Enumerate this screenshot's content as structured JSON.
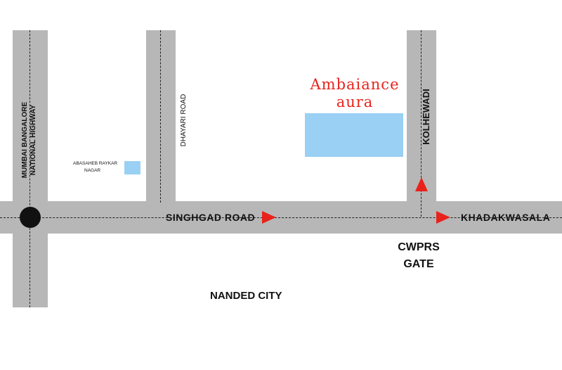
{
  "roads": {
    "highway_label_line1": "MUMBAI BANGALORE",
    "highway_label_line2": "NATIONAL HIGHWAY",
    "dhayari_road": "DHAYARI ROAD",
    "kolhewadi": "KOLHEWADI",
    "singhgad_road": "SINGHGAD ROAD",
    "khadakwasala": "KHADAKWASALA"
  },
  "places": {
    "project_name_line1": "Ambaiance",
    "project_name_line2": "aura",
    "abasaheb_line1": "ABASAHEB RAYKAR",
    "abasaheb_line2": "NAGAR",
    "cwprs_line1": "CWPRS",
    "cwprs_line2": "GATE",
    "nanded_city": "NANDED CITY"
  },
  "colors": {
    "road": "#b7b7b7",
    "project_block": "#99d0f3",
    "arrow": "#e8221b",
    "project_text": "#e8221b",
    "junction": "#111111"
  }
}
